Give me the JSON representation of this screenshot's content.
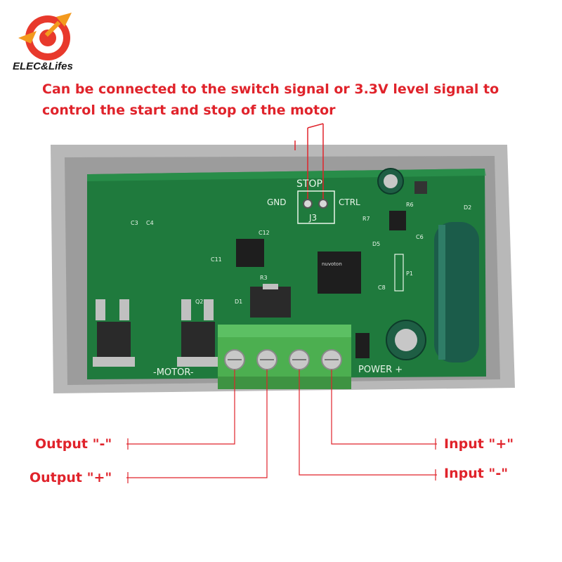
{
  "brand": {
    "name": "ELEC&Lifes",
    "logo_colors": [
      "#e8392c",
      "#f39a1e"
    ]
  },
  "headline": {
    "line1": "Can be connected to the switch signal or 3.3V level signal to",
    "line2": "control the start and stop of the motor",
    "color": "#e0232b"
  },
  "board": {
    "silkscreen": {
      "stop": "STOP",
      "gnd": "GND",
      "ctrl": "CTRL",
      "j3": "J3",
      "motor": "-MOTOR-",
      "power": "POWER +",
      "c12": "C12",
      "c11": "C11",
      "r3": "R3",
      "d1": "D1",
      "q2": "Q2",
      "c8": "C8",
      "r7": "R7",
      "r6": "R6",
      "d2": "D2",
      "d5": "D5",
      "c4": "C4",
      "c3": "C3",
      "p1": "P1",
      "c6": "C6",
      "ic_brand": "nuvoton"
    },
    "pcb_color": "#1f7a3d",
    "terminal_color": "#4caf50"
  },
  "callouts": {
    "output_minus": "Output \"-\"",
    "output_plus": "Output \"+\"",
    "input_plus": "Input \"+\"",
    "input_minus": "Input \"-\""
  }
}
